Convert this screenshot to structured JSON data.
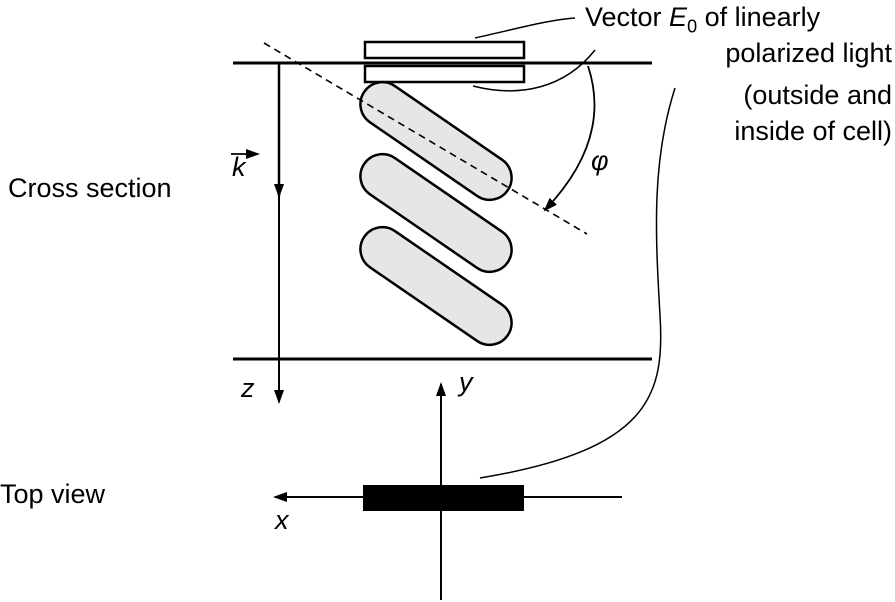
{
  "labels": {
    "cross_section": "Cross section",
    "top_view": "Top view",
    "vector_line1_prefix": "Vector ",
    "vector_symbol": "E",
    "vector_subscript": "0",
    "vector_line1_suffix": " of linearly",
    "vector_line2": "polarized light",
    "vector_line3": "(outside and",
    "vector_line4": "inside of cell)",
    "wave_vector": "k",
    "axis_z": "z",
    "axis_y": "y",
    "axis_x": "x",
    "angle": "φ"
  },
  "colors": {
    "stroke": "#000000",
    "molecule_fill": "#e6e6e6",
    "polarizer_fill": "#000000"
  }
}
